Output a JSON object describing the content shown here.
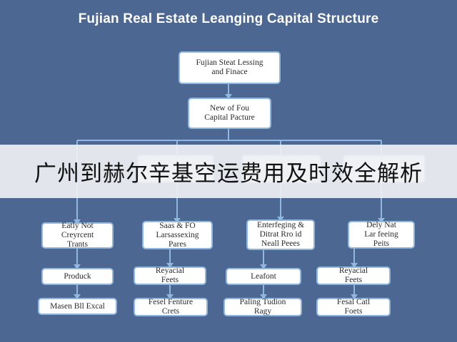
{
  "title": "Fujian Real Estate Leanging Capital Structure",
  "banner": "广州到赫尔辛基空运费用及时效全解析",
  "nodes": {
    "root": "Fujian Steat Lessing\nand Finace",
    "sub": "New of Fou\nCapital Pacture",
    "col1": [
      "Eatly Not\nCreyrcent\nTrants",
      "Produck",
      "Masen Bll Excal"
    ],
    "col2": [
      "Saas & FO\nLarsassexing\nPares",
      "Reyacial\nFeets",
      "Fesel Fenture\nCrets"
    ],
    "col3": [
      "Enterfeging &\nDitrat Rro id\nNeall Peees",
      "Leafont",
      "Paling Tudion\nRagy"
    ],
    "col4": [
      "Dely Nat\nLar feeing\nPeits",
      "Reyacial\nFeets",
      "Fesal Catl\nFoets"
    ]
  },
  "colors": {
    "background": "#4b6792",
    "connector": "#8fb7df",
    "box_fill": "#ffffff",
    "banner_fill": "#eef0f3"
  }
}
